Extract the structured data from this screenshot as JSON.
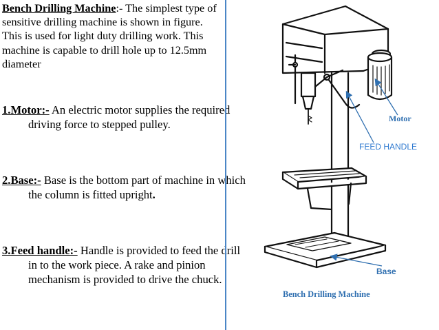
{
  "intro": {
    "heading": "Bench Drilling Machine",
    "text": ":- The simplest type of sensitive drilling machine is shown in figure. This is used for light duty drilling work. This machine is capable to drill hole up to 12.5mm diameter"
  },
  "items": [
    {
      "heading": "1.Motor:-",
      "text": " An electric motor supplies the required driving force to stepped pulley."
    },
    {
      "heading": "2.Base:-",
      "text": " Base is the bottom part of machine in which the column is fitted upright",
      "trail": "."
    },
    {
      "heading": "3.Feed handle:-",
      "text": " Handle is provided to feed the drill in to the work piece. A rake and pinion mechanism is provided to drive the chuck."
    }
  ],
  "figure": {
    "labels": {
      "motor": "Motor",
      "feed_handle": "FEED HANDLE",
      "base": "Base"
    },
    "caption": "Bench Drilling Machine",
    "colors": {
      "accent": "#2f6fb0",
      "divider": "#4a86c6"
    }
  }
}
